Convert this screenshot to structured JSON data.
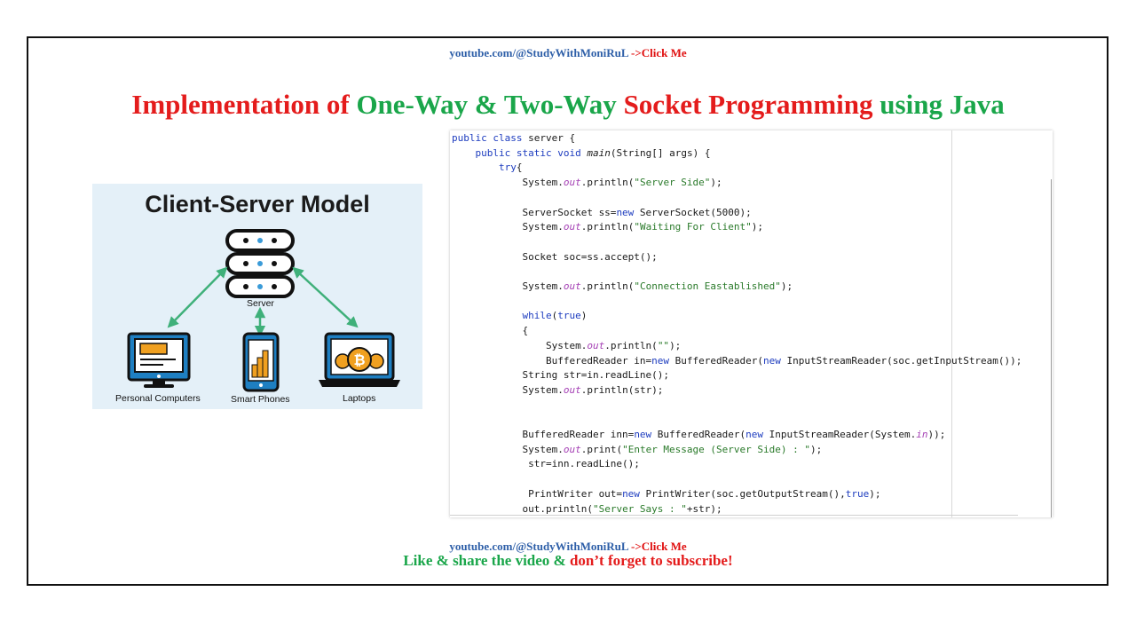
{
  "header_link": {
    "url": "youtube.com/@StudyWithMoniRuL",
    "cta": " ->Click Me"
  },
  "title": {
    "p1": "Implementation of ",
    "p2": "One-Way & Two-Way",
    "p3": " Socket Programming ",
    "p4": "using Java"
  },
  "diagram": {
    "title": "Client-Server Model",
    "server_label": "Server",
    "clients": [
      "Personal Computers",
      "Smart Phones",
      "Laptops"
    ]
  },
  "code": {
    "lines": [
      "public class server {",
      "    public static void main(String[] args) {",
      "        try{",
      "            System.out.println(\"Server Side\");",
      "",
      "            ServerSocket ss=new ServerSocket(5000);",
      "            System.out.println(\"Waiting For Client\");",
      "",
      "            Socket soc=ss.accept();",
      "",
      "            System.out.println(\"Connection Eastablished\");",
      "",
      "            while(true)",
      "            {",
      "                System.out.println(\"\");",
      "                BufferedReader in=new BufferedReader(new InputStreamReader(soc.getInputStream());",
      "            String str=in.readLine();",
      "            System.out.println(str);",
      "",
      "",
      "            BufferedReader inn=new BufferedReader(new InputStreamReader(System.in));",
      "            System.out.print(\"Enter Message (Server Side) : \");",
      "             str=inn.readLine();",
      "",
      "             PrintWriter out=new PrintWriter(soc.getOutputStream(),true);",
      "            out.println(\"Server Says : \"+str);"
    ]
  },
  "footer": {
    "url": "youtube.com/@StudyWithMoniRuL",
    "cta": " ->Click Me",
    "like": "Like & share the video & ",
    "subscribe": "don’t forget to subscribe!"
  },
  "colors": {
    "red": "#e41c1c",
    "green": "#1aa64a",
    "link_blue": "#2e5fa8",
    "keyword_blue": "#1d3cbf"
  }
}
